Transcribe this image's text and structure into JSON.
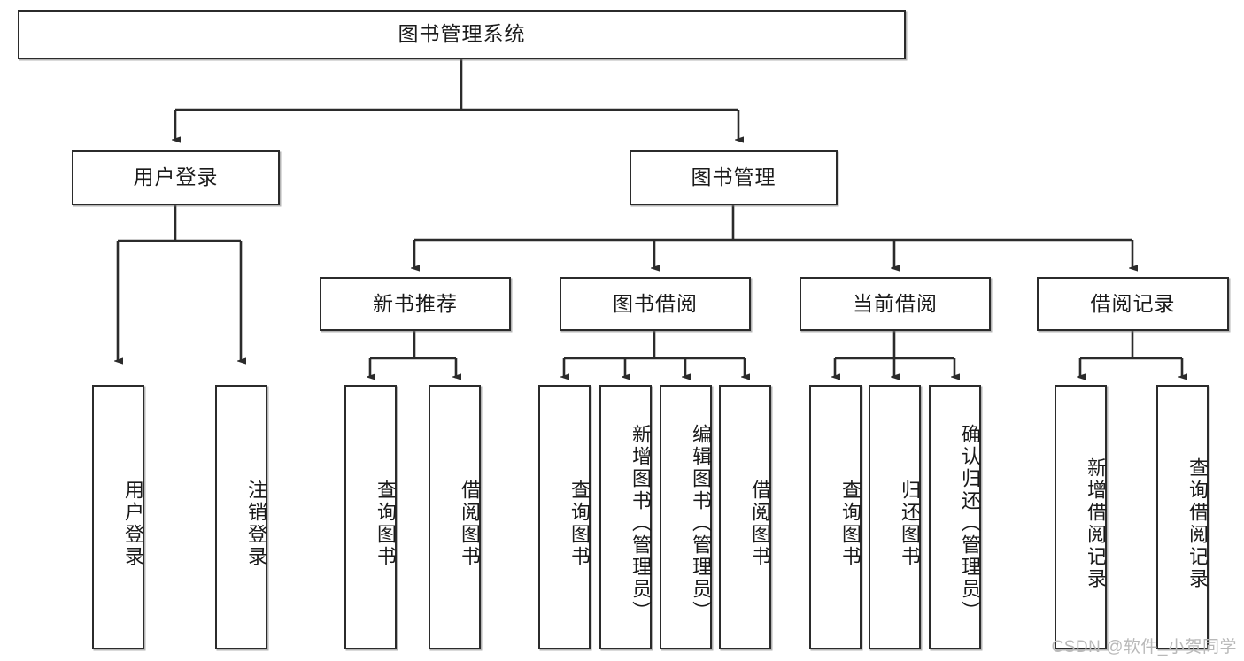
{
  "diagram": {
    "type": "tree-hierarchy",
    "title": "图书管理系统",
    "watermark": "CSDN @软件_小贺同学",
    "colors": {
      "box_border": "#2b2b2b",
      "box_fill": "#ffffff",
      "connector": "#2b2b2b",
      "text": "#1a1a1a",
      "watermark": "#b9b9b9"
    },
    "nodes": {
      "root": {
        "label": "图书管理系统",
        "level": 0,
        "orientation": "horizontal"
      },
      "l1": [
        {
          "id": "user-login",
          "label": "用户登录",
          "level": 1,
          "orientation": "horizontal"
        },
        {
          "id": "book-manage",
          "label": "图书管理",
          "level": 1,
          "orientation": "horizontal"
        }
      ],
      "l2": [
        {
          "id": "new-book-recommend",
          "label": "新书推荐",
          "level": 2,
          "orientation": "horizontal",
          "parent": "book-manage"
        },
        {
          "id": "book-borrow",
          "label": "图书借阅",
          "level": 2,
          "orientation": "horizontal",
          "parent": "book-manage"
        },
        {
          "id": "current-borrow",
          "label": "当前借阅",
          "level": 2,
          "orientation": "horizontal",
          "parent": "book-manage"
        },
        {
          "id": "borrow-record",
          "label": "借阅记录",
          "level": 2,
          "orientation": "horizontal",
          "parent": "book-manage"
        }
      ],
      "leaves": [
        {
          "id": "leaf-user-login",
          "label": "用户登录",
          "parent": "user-login",
          "orientation": "vertical"
        },
        {
          "id": "leaf-logout-login",
          "label": "注销登录",
          "parent": "user-login",
          "orientation": "vertical"
        },
        {
          "id": "leaf-query-book-1",
          "label": "查询图书",
          "parent": "new-book-recommend",
          "orientation": "vertical"
        },
        {
          "id": "leaf-borrow-book-1",
          "label": "借阅图书",
          "parent": "new-book-recommend",
          "orientation": "vertical"
        },
        {
          "id": "leaf-query-book-2",
          "label": "查询图书",
          "parent": "book-borrow",
          "orientation": "vertical"
        },
        {
          "id": "leaf-add-book-admin",
          "label": "新增图书（管理员）",
          "parent": "book-borrow",
          "orientation": "vertical"
        },
        {
          "id": "leaf-edit-book-admin",
          "label": "编辑图书（管理员）",
          "parent": "book-borrow",
          "orientation": "vertical"
        },
        {
          "id": "leaf-borrow-book-2",
          "label": "借阅图书",
          "parent": "book-borrow",
          "orientation": "vertical"
        },
        {
          "id": "leaf-query-book-3",
          "label": "查询图书",
          "parent": "current-borrow",
          "orientation": "vertical"
        },
        {
          "id": "leaf-return-book",
          "label": "归还图书",
          "parent": "current-borrow",
          "orientation": "vertical"
        },
        {
          "id": "leaf-confirm-return-admin",
          "label": "确认归还（管理员）",
          "parent": "current-borrow",
          "orientation": "vertical"
        },
        {
          "id": "leaf-add-borrow-record",
          "label": "新增借阅记录",
          "parent": "borrow-record",
          "orientation": "vertical"
        },
        {
          "id": "leaf-query-borrow-record",
          "label": "查询借阅记录",
          "parent": "borrow-record",
          "orientation": "vertical"
        }
      ]
    }
  }
}
